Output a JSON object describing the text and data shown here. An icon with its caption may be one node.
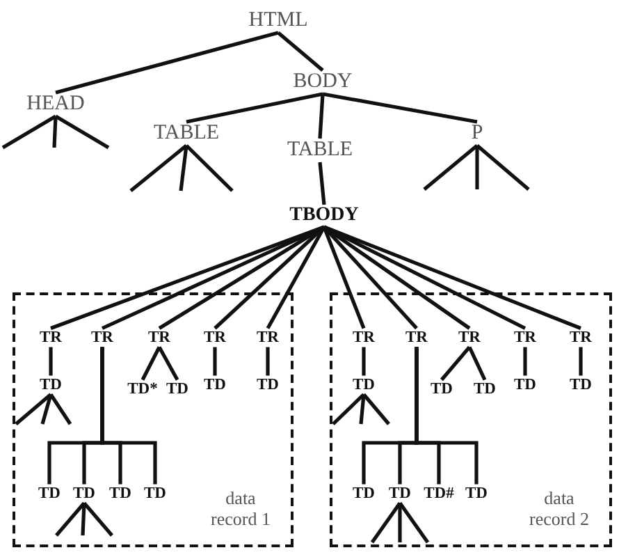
{
  "diagram": {
    "nodes": [
      {
        "text": [
          "HTML"
        ]
      },
      {
        "text": [
          "HEAD"
        ]
      },
      {
        "text": [
          "BODY"
        ]
      },
      {
        "text": [
          "TABLE"
        ]
      },
      {
        "text": [
          "TABLE"
        ]
      },
      {
        "text": [
          "P"
        ]
      },
      {
        "text": [
          "TBODY"
        ]
      },
      {
        "text": [
          "data record 1"
        ]
      },
      {
        "text": [
          "TR"
        ],
        "in": 7
      },
      {
        "text": [
          "TD"
        ],
        "in": 7
      },
      {
        "text": [
          "TR"
        ],
        "in": 7
      },
      {
        "text": [
          "TR"
        ],
        "in": 7
      },
      {
        "text": [
          "TD*"
        ],
        "in": 7
      },
      {
        "text": [
          "TD"
        ],
        "in": 7
      },
      {
        "text": [
          "TR"
        ],
        "in": 7
      },
      {
        "text": [
          "TD"
        ],
        "in": 7
      },
      {
        "text": [
          "TR"
        ],
        "in": 7
      },
      {
        "text": [
          "TD"
        ],
        "in": 7
      },
      {
        "text": [
          "TD"
        ],
        "in": 7
      },
      {
        "text": [
          "TD"
        ],
        "in": 7
      },
      {
        "text": [
          "TD"
        ],
        "in": 7
      },
      {
        "text": [
          "TD"
        ],
        "in": 7
      },
      {
        "text": [
          "data record 2"
        ]
      },
      {
        "text": [
          "TR"
        ],
        "in": 22
      },
      {
        "text": [
          "TD"
        ],
        "in": 22
      },
      {
        "text": [
          "TR"
        ],
        "in": 22
      },
      {
        "text": [
          "TR"
        ],
        "in": 22
      },
      {
        "text": [
          "TD"
        ],
        "in": 22
      },
      {
        "text": [
          "TD"
        ],
        "in": 22
      },
      {
        "text": [
          "TR"
        ],
        "in": 22
      },
      {
        "text": [
          "TD"
        ],
        "in": 22
      },
      {
        "text": [
          "TR"
        ],
        "in": 22
      },
      {
        "text": [
          "TD"
        ],
        "in": 22
      },
      {
        "text": [
          "TD"
        ],
        "in": 22
      },
      {
        "text": [
          "TD"
        ],
        "in": 22
      },
      {
        "text": [
          "TD#"
        ],
        "in": 22
      },
      {
        "text": [
          "TD"
        ],
        "in": 22
      }
    ],
    "edges": [
      {
        "from": 0,
        "to": 1,
        "arrow": "none"
      },
      {
        "from": 0,
        "to": 2,
        "arrow": "none"
      },
      {
        "from": 2,
        "to": 3,
        "arrow": "none"
      },
      {
        "from": 2,
        "to": 4,
        "arrow": "none"
      },
      {
        "from": 2,
        "to": 5,
        "arrow": "none"
      },
      {
        "from": 4,
        "to": 6,
        "arrow": "none"
      },
      {
        "from": 6,
        "to": 8,
        "arrow": "none"
      },
      {
        "from": 6,
        "to": 10,
        "arrow": "none"
      },
      {
        "from": 6,
        "to": 11,
        "arrow": "none"
      },
      {
        "from": 6,
        "to": 14,
        "arrow": "none"
      },
      {
        "from": 6,
        "to": 16,
        "arrow": "none"
      },
      {
        "from": 6,
        "to": 23,
        "arrow": "none"
      },
      {
        "from": 6,
        "to": 25,
        "arrow": "none"
      },
      {
        "from": 6,
        "to": 26,
        "arrow": "none"
      },
      {
        "from": 6,
        "to": 29,
        "arrow": "none"
      },
      {
        "from": 6,
        "to": 31,
        "arrow": "none"
      },
      {
        "from": 8,
        "to": 9,
        "arrow": "none"
      },
      {
        "from": 11,
        "to": 12,
        "arrow": "none"
      },
      {
        "from": 11,
        "to": 13,
        "arrow": "none"
      },
      {
        "from": 14,
        "to": 15,
        "arrow": "none"
      },
      {
        "from": 16,
        "to": 17,
        "arrow": "none"
      },
      {
        "from": 10,
        "to": 18,
        "arrow": "none"
      },
      {
        "from": 10,
        "to": 19,
        "arrow": "none"
      },
      {
        "from": 10,
        "to": 20,
        "arrow": "none"
      },
      {
        "from": 10,
        "to": 21,
        "arrow": "none"
      },
      {
        "from": 23,
        "to": 24,
        "arrow": "none"
      },
      {
        "from": 26,
        "to": 27,
        "arrow": "none"
      },
      {
        "from": 26,
        "to": 28,
        "arrow": "none"
      },
      {
        "from": 29,
        "to": 30,
        "arrow": "none"
      },
      {
        "from": 31,
        "to": 32,
        "arrow": "none"
      },
      {
        "from": 25,
        "to": 33,
        "arrow": "none"
      },
      {
        "from": 25,
        "to": 34,
        "arrow": "none"
      },
      {
        "from": 25,
        "to": 35,
        "arrow": "none"
      },
      {
        "from": 25,
        "to": 36,
        "arrow": "none"
      },
      {
        "from": 1,
        "to": null,
        "arrow": "none"
      },
      {
        "from": 1,
        "to": null,
        "arrow": "none"
      },
      {
        "from": 1,
        "to": null,
        "arrow": "none"
      },
      {
        "from": 3,
        "to": null,
        "arrow": "none"
      },
      {
        "from": 3,
        "to": null,
        "arrow": "none"
      },
      {
        "from": 3,
        "to": null,
        "arrow": "none"
      },
      {
        "from": 5,
        "to": null,
        "arrow": "none"
      },
      {
        "from": 5,
        "to": null,
        "arrow": "none"
      },
      {
        "from": 5,
        "to": null,
        "arrow": "none"
      },
      {
        "from": 9,
        "to": null,
        "arrow": "none"
      },
      {
        "from": 9,
        "to": null,
        "arrow": "none"
      },
      {
        "from": 9,
        "to": null,
        "arrow": "none"
      },
      {
        "from": 19,
        "to": null,
        "arrow": "none"
      },
      {
        "from": 19,
        "to": null,
        "arrow": "none"
      },
      {
        "from": 19,
        "to": null,
        "arrow": "none"
      },
      {
        "from": 24,
        "to": null,
        "arrow": "none"
      },
      {
        "from": 24,
        "to": null,
        "arrow": "none"
      },
      {
        "from": 24,
        "to": null,
        "arrow": "none"
      },
      {
        "from": 34,
        "to": null,
        "arrow": "none"
      },
      {
        "from": 34,
        "to": null,
        "arrow": "none"
      },
      {
        "from": 34,
        "to": null,
        "arrow": "none"
      }
    ]
  }
}
